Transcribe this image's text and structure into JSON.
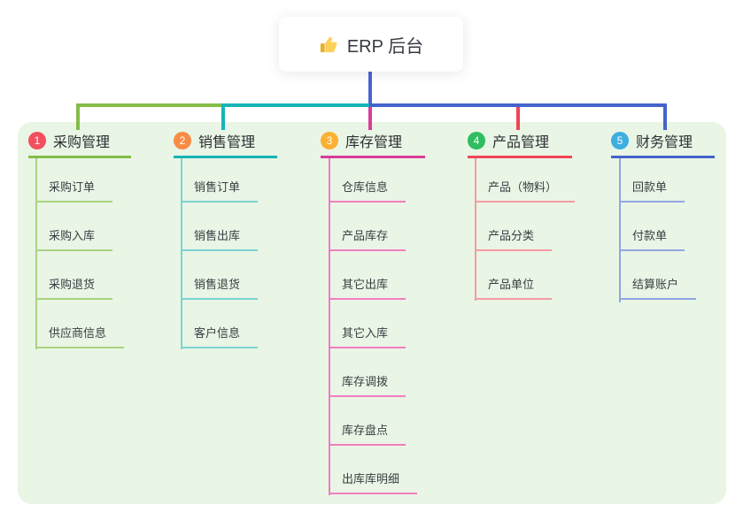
{
  "root": {
    "title": "ERP 后台",
    "icon": "thumbs-up-icon"
  },
  "colors": {
    "panel_background": "#e9f5e5",
    "root_link": "#4a63cf",
    "card_background": "#ffffff",
    "title_text": "#363a41",
    "node_text": "#3a3d42"
  },
  "branches": [
    {
      "index": "1",
      "label": "采购管理",
      "badge_color": "#f2505e",
      "line_color": "#84bd4a",
      "light_line_color": "#a9d383",
      "children": [
        "采购订单",
        "采购入库",
        "采购退货",
        "供应商信息"
      ]
    },
    {
      "index": "2",
      "label": "销售管理",
      "badge_color": "#f98b44",
      "line_color": "#16b3b7",
      "light_line_color": "#7bd4d2",
      "children": [
        "销售订单",
        "销售出库",
        "销售退货",
        "客户信息"
      ]
    },
    {
      "index": "3",
      "label": "库存管理",
      "badge_color": "#fbb033",
      "line_color": "#d93d98",
      "light_line_color": "#f17ec0",
      "children": [
        "仓库信息",
        "产品库存",
        "其它出库",
        "其它入库",
        "库存调拨",
        "库存盘点",
        "出库库明细"
      ]
    },
    {
      "index": "4",
      "label": "产品管理",
      "badge_color": "#2ebd5f",
      "line_color": "#ef4558",
      "light_line_color": "#f79ba3",
      "children": [
        "产品（物料）",
        "产品分类",
        "产品单位"
      ]
    },
    {
      "index": "5",
      "label": "财务管理",
      "badge_color": "#3eafe0",
      "line_color": "#4563cd",
      "light_line_color": "#90a6e4",
      "children": [
        "回款单",
        "付款单",
        "结算账户"
      ]
    }
  ]
}
